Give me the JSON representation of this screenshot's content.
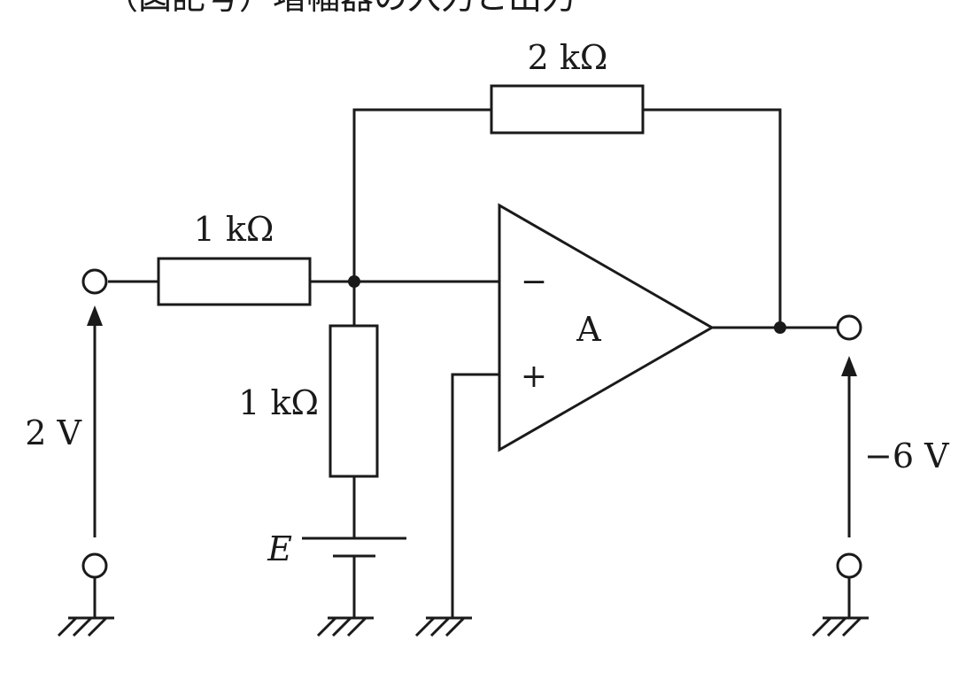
{
  "header": {
    "cropped_text": "（図記号）増幅器の入力と出力"
  },
  "components": {
    "feedback_resistor": {
      "label": "2 kΩ"
    },
    "input_resistor": {
      "label": "1 kΩ"
    },
    "shunt_resistor": {
      "label": "1 kΩ"
    },
    "battery": {
      "label": "E"
    },
    "opamp": {
      "label": "A",
      "inverting_sign": "−",
      "noninverting_sign": "+"
    }
  },
  "voltages": {
    "input": "2 V",
    "output": "−6 V"
  }
}
